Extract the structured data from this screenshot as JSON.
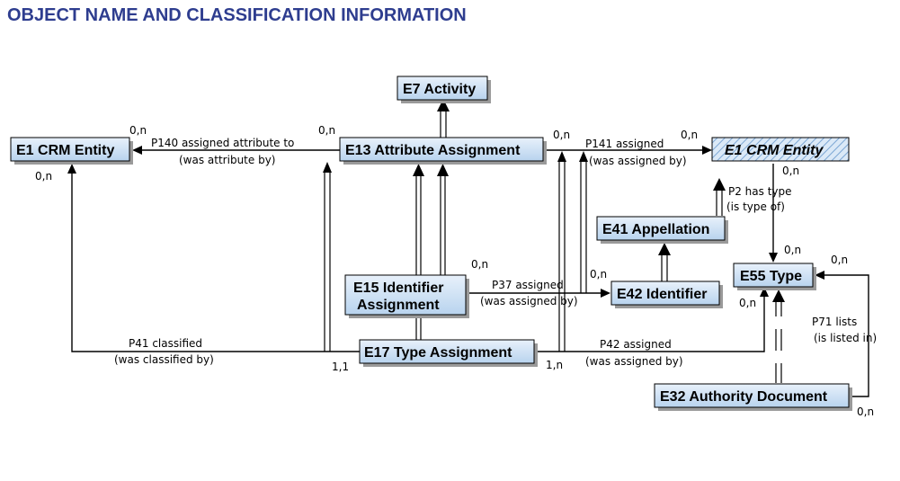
{
  "title": "OBJECT NAME AND CLASSIFICATION INFORMATION",
  "nodes": {
    "e7": "E7 Activity",
    "e1_left": "E1 CRM Entity",
    "e13": "E13 Attribute Assignment",
    "e1_right": "E1 CRM Entity",
    "e41": "E41 Appellation",
    "e15_line1": "E15 Identifier",
    "e15_line2": "Assignment",
    "e42": "E42 Identifier",
    "e55": "E55 Type",
    "e17": "E17 Type Assignment",
    "e32": "E32 Authority Document"
  },
  "edges": {
    "p140_a": "P140 assigned attribute to",
    "p140_b": "(was attribute by)",
    "p141_a": "P141 assigned",
    "p141_b": "(was assigned by)",
    "p2_a": "P2 has type",
    "p2_b": "(is type of)",
    "p37_a": "P37 assigned",
    "p37_b": "(was assigned by)",
    "p41_a": "P41 classified",
    "p41_b": "(was classified by)",
    "p42_a": "P42 assigned",
    "p42_b": "(was assigned by)",
    "p71_a": "P71 lists",
    "p71_b": "(is listed in)"
  },
  "cardinalities": {
    "p140_left": "0,n",
    "p140_right": "0,n",
    "e1_left_below": "0,n",
    "p141_left": "0,n",
    "p141_right": "0,n",
    "e1_right_below": "0,n",
    "e55_above": "0,n",
    "e55_right": "0,n",
    "e55_left": "0,n",
    "p37_top": "0,n",
    "p37_right": "0,n",
    "p41_e17": "1,1",
    "p42_e17": "1,n",
    "e32_right": "0,n"
  }
}
